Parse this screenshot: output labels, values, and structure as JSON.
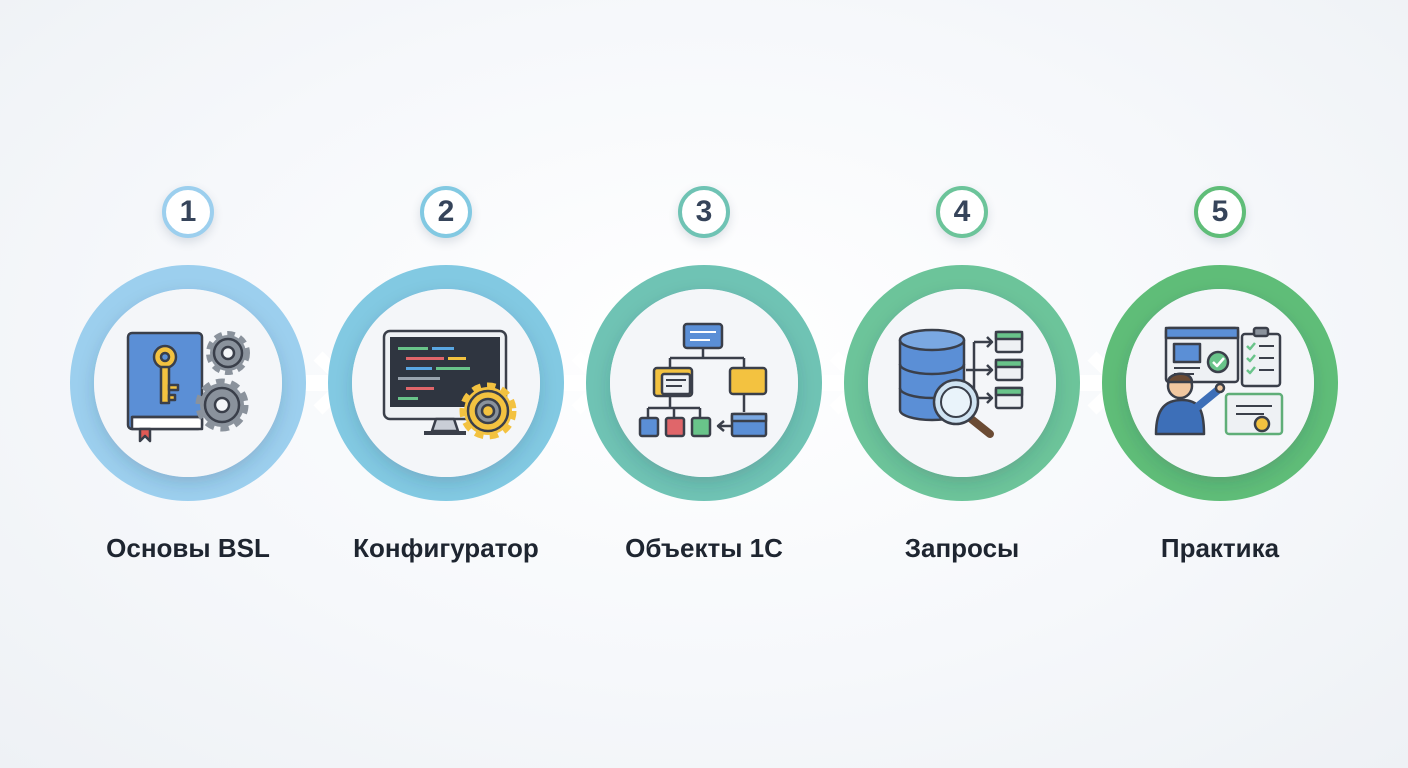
{
  "steps": [
    {
      "number": "1",
      "label": "Основы BSL",
      "icon": "book-key-gears-icon",
      "color": "#9ccfee"
    },
    {
      "number": "2",
      "label": "Конфигуратор",
      "icon": "monitor-code-gear-icon",
      "color": "#82c9e2"
    },
    {
      "number": "3",
      "label": "Объекты 1С",
      "icon": "object-hierarchy-icon",
      "color": "#6fc3b4"
    },
    {
      "number": "4",
      "label": "Запросы",
      "icon": "database-search-icon",
      "color": "#6cc49a"
    },
    {
      "number": "5",
      "label": "Практика",
      "icon": "developer-practice-icon",
      "color": "#5fbd78"
    }
  ]
}
